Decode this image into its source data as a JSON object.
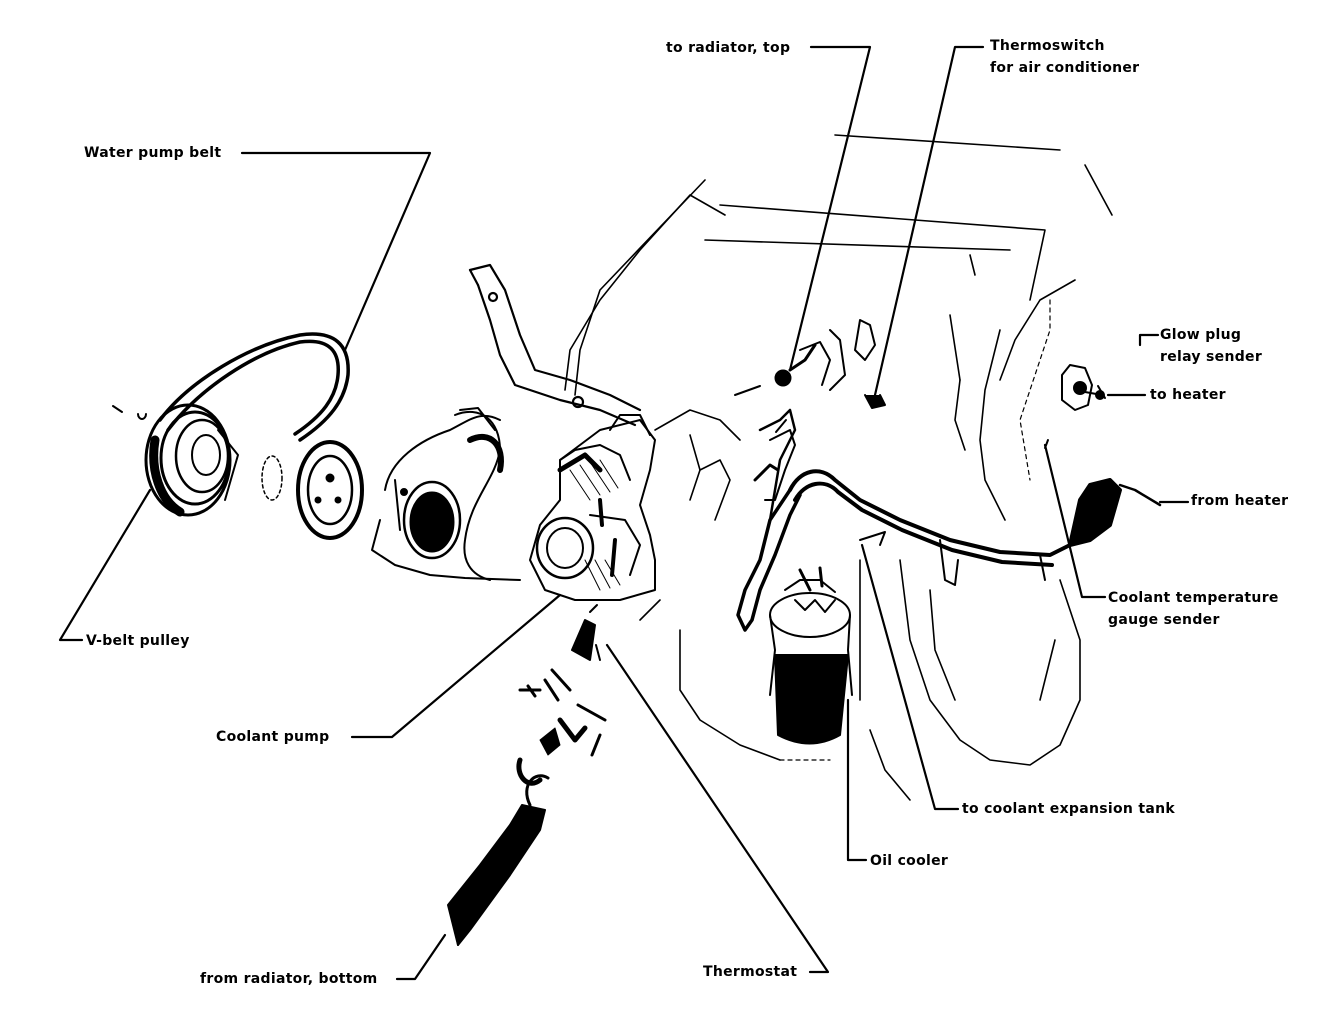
{
  "diagram": {
    "labels": {
      "water_pump_belt": "Water pump belt",
      "v_belt_pulley": "V-belt pulley",
      "coolant_pump": "Coolant pump",
      "from_radiator_bottom": "from radiator, bottom",
      "thermostat": "Thermostat",
      "oil_cooler": "Oil cooler",
      "to_coolant_expansion_tank": "to coolant expansion tank",
      "coolant_temp_gauge_sender": "Coolant temperature\ngauge sender",
      "from_heater": "from heater",
      "to_heater": "to heater",
      "glow_plug_relay_sender": "Glow plug\nrelay sender",
      "thermoswitch_air_conditioner": "Thermoswitch\nfor air conditioner",
      "to_radiator_top": "to radiator, top"
    },
    "colors": {
      "ink": "#000000",
      "paper": "#ffffff"
    }
  }
}
